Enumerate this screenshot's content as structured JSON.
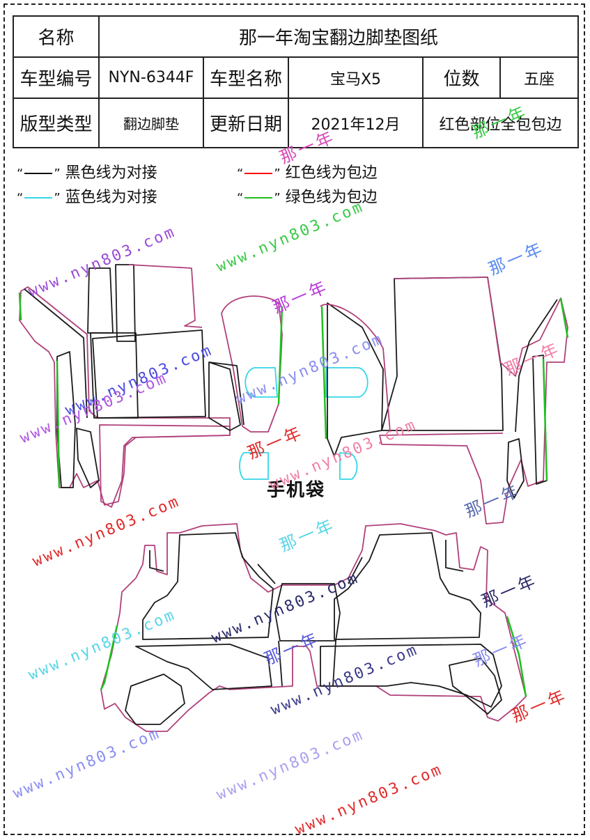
{
  "table": {
    "name_label": "名称",
    "name_value": "那一年淘宝翻边脚垫图纸",
    "model_code_label": "车型编号",
    "model_code_value": "NYN-6344F",
    "model_name_label": "车型名称",
    "model_name_value": "宝马X5",
    "seats_label": "位数",
    "seats_value": "五座",
    "pattern_type_label": "版型类型",
    "pattern_type_value": "翻边脚垫",
    "update_date_label": "更新日期",
    "update_date_value": "2021年12月",
    "note_value": "红色部位全包包边"
  },
  "legend": {
    "black": "黑色线为对接",
    "red": "红色线为包边",
    "blue": "蓝色线为对接",
    "green": "绿色线为包边",
    "open_quote": "“",
    "close_quote": "”"
  },
  "colors": {
    "black_line": "#111111",
    "red_line": "#ff0000",
    "blue_line": "#33d6e6",
    "green_line": "#1fbf1f",
    "outline": "#b0407a",
    "cut": "#1a1a1a"
  },
  "caption": "手机袋",
  "watermarks": {
    "url": "www.nyn803.com",
    "brand": "那一年"
  }
}
